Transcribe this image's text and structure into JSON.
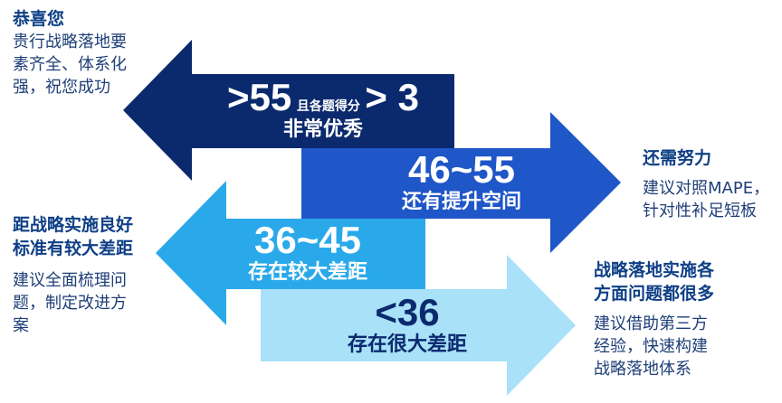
{
  "colors": {
    "arrow1": "#0b2a6e",
    "arrow2": "#1f56c8",
    "arrow3": "#2aa9ea",
    "arrow4": "#a9e1f8",
    "arrow4_text": "#0b2a6e",
    "heading": "#0e3f86",
    "body": "#1f3f78"
  },
  "arrows": [
    {
      "direction": "left",
      "main_prefix": ">55",
      "main_small": "且各题得分",
      "main_suffix": "> 3",
      "sub": "非常优秀"
    },
    {
      "direction": "right",
      "main": "46~55",
      "sub": "还有提升空间"
    },
    {
      "direction": "left",
      "main": "36~45",
      "sub": "存在较大差距"
    },
    {
      "direction": "right",
      "main": "<36",
      "sub": "存在很大差距"
    }
  ],
  "side_texts": {
    "top_left": {
      "heading": "恭喜您",
      "body": [
        "贵行战略落地要",
        "素齐全、体系化",
        "强，祝您成功"
      ]
    },
    "right_upper": {
      "heading": "还需努力",
      "body": [
        "建议对照MAPE，",
        "针对性补足短板"
      ]
    },
    "left_lower": {
      "heading": [
        "距战略实施良好",
        "标准有较大差距"
      ],
      "body": [
        "建议全面梳理问",
        "题，制定改进方",
        "案"
      ]
    },
    "right_lower": {
      "heading": [
        "战略落地实施各",
        "方面问题都很多"
      ],
      "body": [
        "建议借助第三方",
        "经验，快速构建",
        "战略落地体系"
      ]
    }
  }
}
